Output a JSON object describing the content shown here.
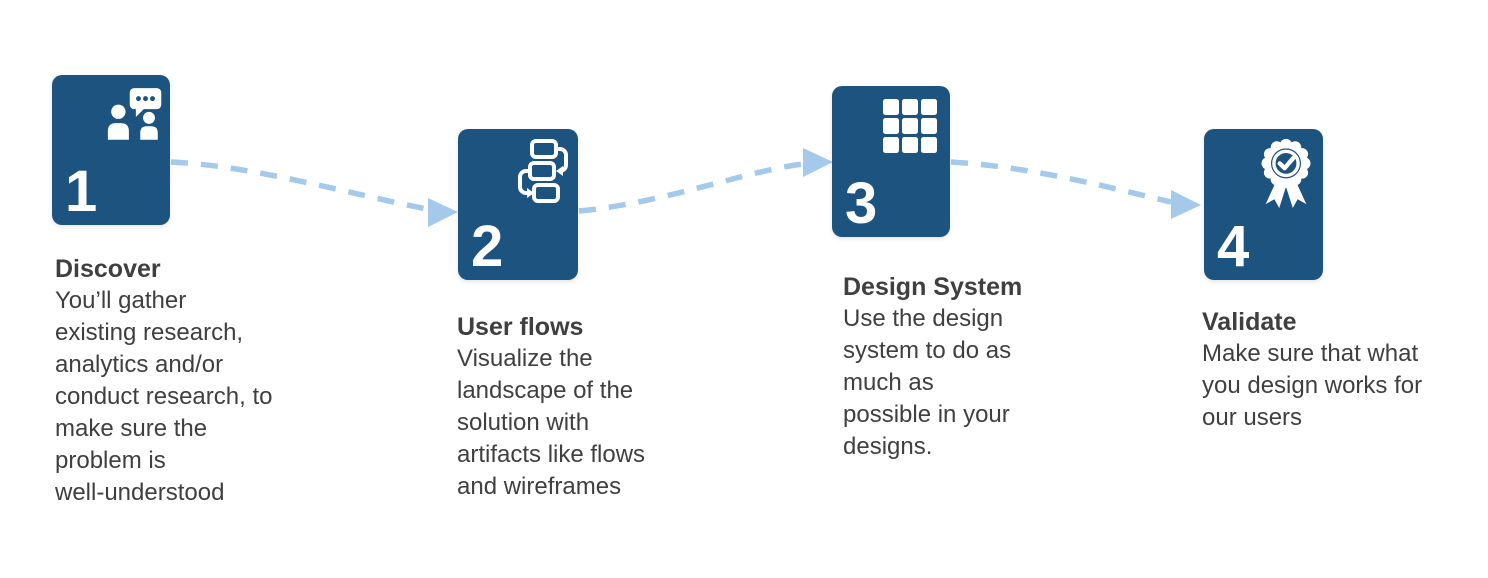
{
  "diagram": {
    "name": "design-process-steps",
    "background": "#ffffff"
  },
  "colors": {
    "card_blue": "#1d537f",
    "arrow_blue": "#a4c9eb",
    "text_dark": "#3f3f3f",
    "icon_white": "#ffffff"
  },
  "steps": [
    {
      "number": "1",
      "icon": "people-chat-icon",
      "title": "Discover",
      "description": "You’ll gather\nexisting research,\nanalytics and/or\nconduct research, to\nmake sure the\nproblem is\nwell-understood"
    },
    {
      "number": "2",
      "icon": "user-flow-icon",
      "title": "User flows",
      "description": "Visualize the\nlandscape of the\nsolution with\nartifacts like flows\nand wireframes"
    },
    {
      "number": "3",
      "icon": "grid-icon",
      "title": "Design System",
      "description": "Use the design\nsystem to do as\nmuch as\npossible in your\ndesigns."
    },
    {
      "number": "4",
      "icon": "award-check-icon",
      "title": "Validate",
      "description": "Make sure that what\nyou design works for\nour users"
    }
  ],
  "connectors": [
    {
      "from": "1",
      "to": "2",
      "style": "dashed-curved-arrow"
    },
    {
      "from": "2",
      "to": "3",
      "style": "dashed-curved-arrow"
    },
    {
      "from": "3",
      "to": "4",
      "style": "dashed-curved-arrow"
    }
  ]
}
